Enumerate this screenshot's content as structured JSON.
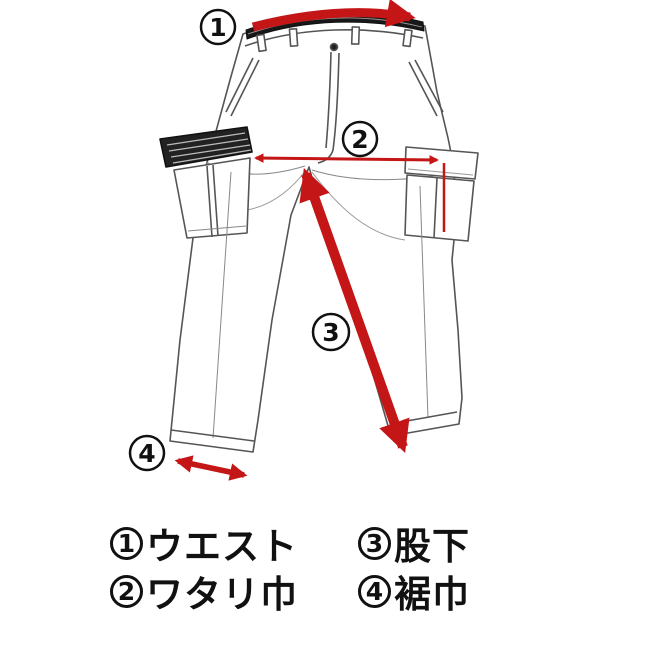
{
  "colors": {
    "arrow": "#c41616",
    "outline": "#555555",
    "ink": "#111111"
  },
  "diagram": {
    "markers": [
      {
        "num": "1"
      },
      {
        "num": "2"
      },
      {
        "num": "3"
      },
      {
        "num": "4"
      }
    ]
  },
  "legend": {
    "rows": [
      {
        "items": [
          {
            "num": "1",
            "label": "ウエスト"
          },
          {
            "num": "3",
            "label": "股下"
          }
        ]
      },
      {
        "items": [
          {
            "num": "2",
            "label": "ワタリ巾"
          },
          {
            "num": "4",
            "label": "裾巾"
          }
        ]
      }
    ]
  }
}
